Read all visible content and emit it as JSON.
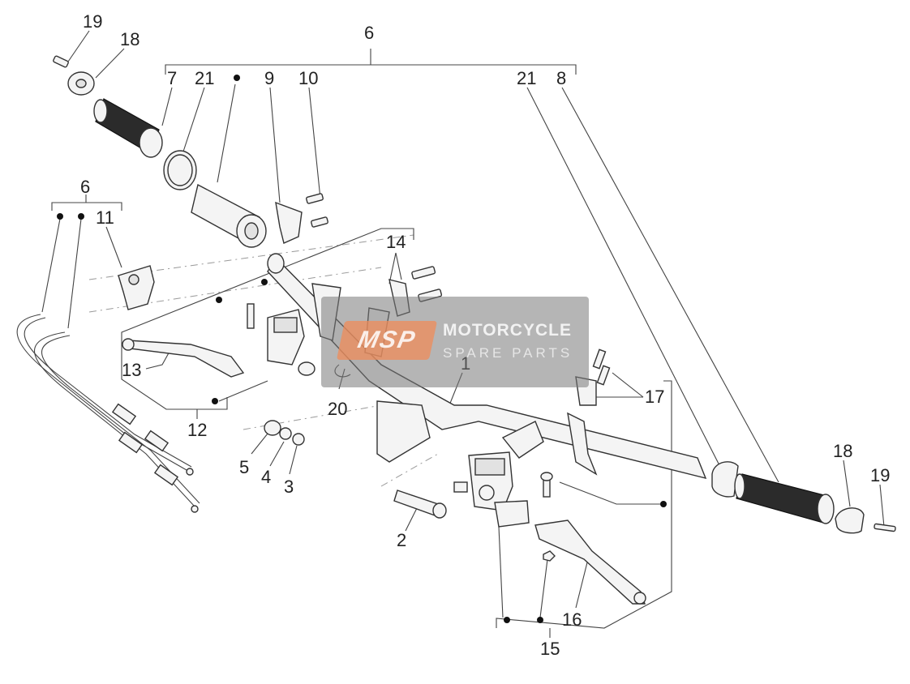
{
  "callouts": [
    {
      "id": "c19a",
      "text": "19"
    },
    {
      "id": "c18a",
      "text": "18"
    },
    {
      "id": "c6top",
      "text": "6"
    },
    {
      "id": "c7",
      "text": "7"
    },
    {
      "id": "c21a",
      "text": "21"
    },
    {
      "id": "c9",
      "text": "9"
    },
    {
      "id": "c10",
      "text": "10"
    },
    {
      "id": "c21b",
      "text": "21"
    },
    {
      "id": "c8",
      "text": "8"
    },
    {
      "id": "c6left",
      "text": "6"
    },
    {
      "id": "c11",
      "text": "11"
    },
    {
      "id": "c14",
      "text": "14"
    },
    {
      "id": "c13",
      "text": "13"
    },
    {
      "id": "c1",
      "text": "1"
    },
    {
      "id": "c17",
      "text": "17"
    },
    {
      "id": "c20",
      "text": "20"
    },
    {
      "id": "c12",
      "text": "12"
    },
    {
      "id": "c5",
      "text": "5"
    },
    {
      "id": "c4",
      "text": "4"
    },
    {
      "id": "c3",
      "text": "3"
    },
    {
      "id": "c18b",
      "text": "18"
    },
    {
      "id": "c19b",
      "text": "19"
    },
    {
      "id": "c2",
      "text": "2"
    },
    {
      "id": "c16",
      "text": "16"
    },
    {
      "id": "c15",
      "text": "15"
    }
  ],
  "watermark": {
    "logo": "MSP",
    "line1": "MOTORCYCLE",
    "line2": "SPARE PARTS"
  }
}
